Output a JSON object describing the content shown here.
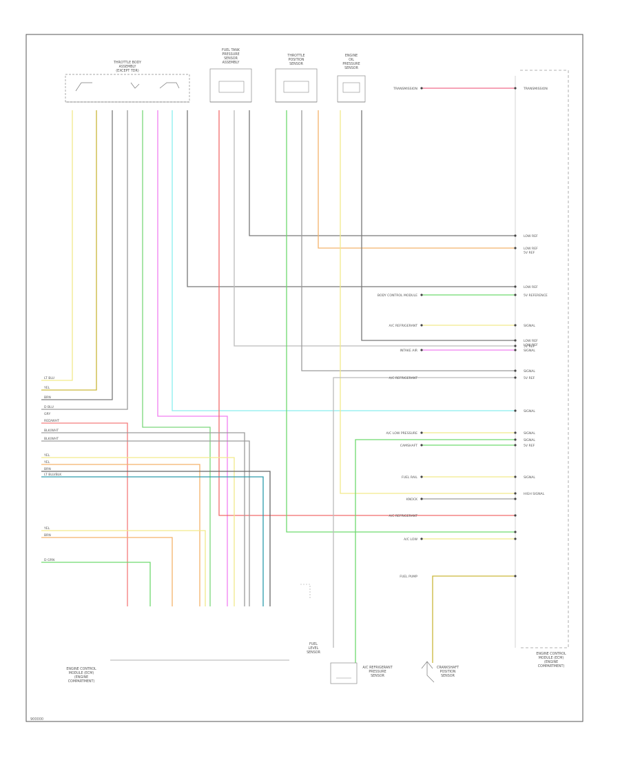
{
  "diagram": {
    "footer_code": "900000",
    "pcm": {
      "label_lines": [
        "ENGINE CONTROL",
        "MODULE (ECM)",
        "(ENGINE",
        "COMPARTMENT)"
      ],
      "pins": [
        {
          "text": "TRANSMISSION",
          "sub": ""
        },
        {
          "text": "LOW REF",
          "sub": ""
        },
        {
          "text": "LOW REF",
          "sub": "5V REF"
        },
        {
          "text": "LOW REF",
          "sub": ""
        },
        {
          "text": "5V REFERENCE",
          "sub": ""
        },
        {
          "text": "SIGNAL",
          "sub": ""
        },
        {
          "text": "LOW REF",
          "sub": "LOW REF"
        },
        {
          "text": "5V REF",
          "sub": ""
        },
        {
          "text": "SIGNAL",
          "sub": ""
        },
        {
          "text": "SIGNAL",
          "sub": ""
        },
        {
          "text": "5V REF",
          "sub": ""
        },
        {
          "text": "SIGNAL",
          "sub": ""
        },
        {
          "text": "SIGNAL",
          "sub": ""
        },
        {
          "text": "SIGNAL",
          "sub": ""
        },
        {
          "text": "5V REF",
          "sub": ""
        },
        {
          "text": "SIGNAL",
          "sub": ""
        },
        {
          "text": "HIGH SIGNAL",
          "sub": ""
        }
      ]
    },
    "top_components": [
      {
        "lines": [
          "THROTTLE BODY",
          "ASSEMBLY",
          "(EXCEPT TDR)"
        ]
      },
      {
        "lines": [
          "FUEL TANK",
          "PRESSURE",
          "SENSOR",
          "ASSEMBLY"
        ]
      },
      {
        "lines": [
          "THROTTLE",
          "POSITION",
          "SENSOR"
        ]
      },
      {
        "lines": [
          "ENGINE",
          "OIL",
          "PRESSURE",
          "SENSOR"
        ]
      }
    ],
    "bottom_components": [
      {
        "lines": [
          "ENGINE CONTROL",
          "MODULE (ECM)",
          "(ENGINE",
          "COMPARTMENT)"
        ]
      },
      {
        "lines": [
          "FUEL",
          "LEVEL",
          "SENSOR"
        ]
      },
      {
        "lines": [
          "A/C REFRIGERANT",
          "PRESSURE",
          "SENSOR"
        ]
      },
      {
        "lines": [
          "CRANKSHAFT",
          "POSITION",
          "SENSOR"
        ]
      }
    ],
    "left_wire_labels": [
      "LT BLU",
      "YEL",
      "BRN",
      "D BLU",
      "GRY",
      "RED/WHT",
      "BLK/WHT",
      "BLK/WHT",
      "YEL",
      "YEL",
      "BRN",
      "LT BLU/BLK",
      "YEL",
      "BRN",
      "D GRN"
    ],
    "right_components": [
      "TRANSMISSION",
      "BODY CONTROL MODULE",
      "A/C REFRIGERANT",
      "INTAKE AIR",
      "A/C REFRIGERANT",
      "A/C LOW PRESSURE",
      "CAMSHAFT",
      "FUEL RAIL",
      "KNOCK",
      "A/C REFRIGERANT",
      "A/C LOW",
      "FUEL PUMP"
    ]
  }
}
